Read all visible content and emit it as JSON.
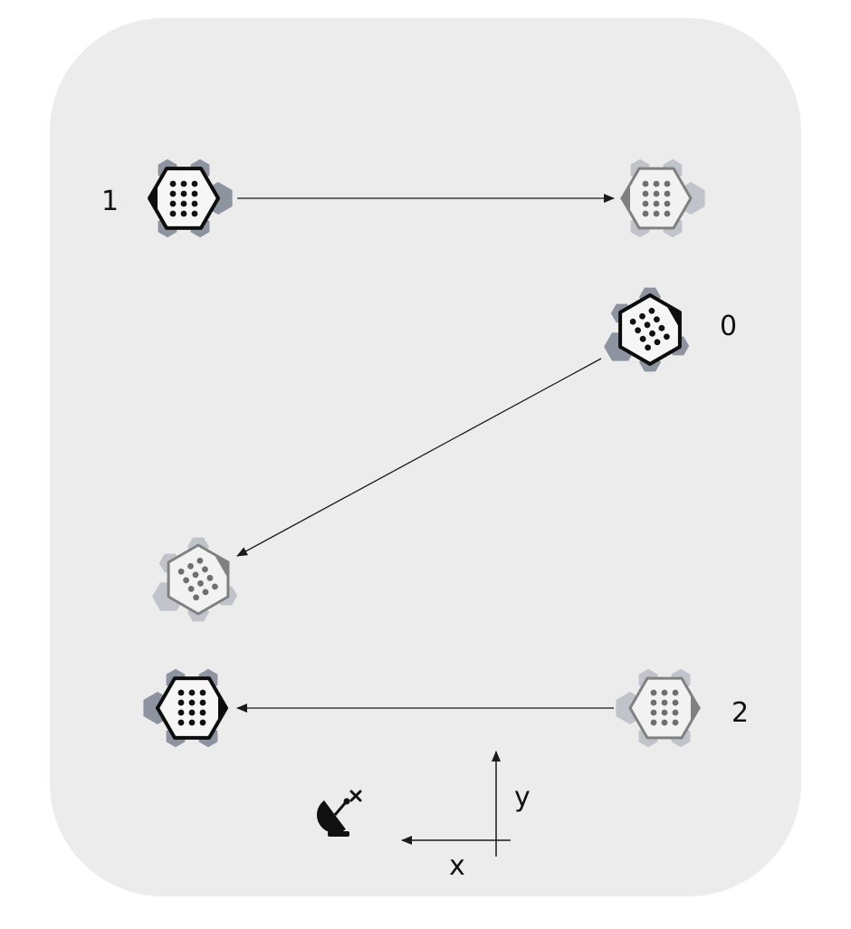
{
  "labels": {
    "node_0": "0",
    "node_1": "1",
    "node_2": "2",
    "axis_x": "x",
    "axis_y": "y"
  },
  "colors": {
    "panel_bg": "#ececec",
    "ink": "#111111",
    "arrow": "#1a1a1a",
    "module_dark_fill": "#f6f6f6",
    "module_dark_stroke": "#0d0d0d",
    "module_dark_petal": "#8d939f",
    "module_dark_dot": "#111111",
    "module_faded_fill": "#f2f2f2",
    "module_faded_stroke": "#808080",
    "module_faded_petal": "#c0c3ca",
    "module_faded_dot": "#6f6f6f"
  },
  "icons": {
    "antenna": "satellite-dish-icon"
  }
}
